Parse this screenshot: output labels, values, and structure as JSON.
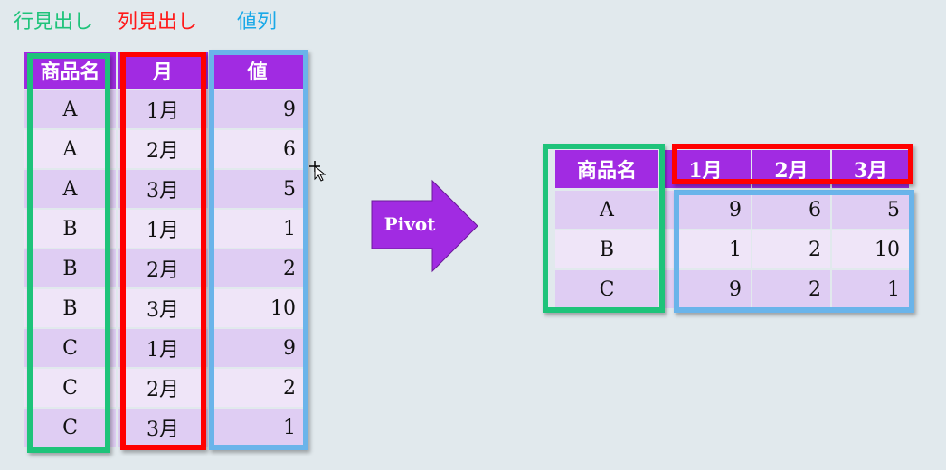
{
  "legend": {
    "row_header": "行見出し",
    "col_header": "列見出し",
    "value_col": "値列"
  },
  "colors": {
    "row": "#1ec37a",
    "col": "#ff0000",
    "value": "#6ab4ea",
    "header": "#a12be2"
  },
  "source": {
    "headers": [
      "商品名",
      "月",
      "値"
    ],
    "rows": [
      [
        "A",
        "1月",
        "9"
      ],
      [
        "A",
        "2月",
        "6"
      ],
      [
        "A",
        "3月",
        "5"
      ],
      [
        "B",
        "1月",
        "1"
      ],
      [
        "B",
        "2月",
        "2"
      ],
      [
        "B",
        "3月",
        "10"
      ],
      [
        "C",
        "1月",
        "9"
      ],
      [
        "C",
        "2月",
        "2"
      ],
      [
        "C",
        "3月",
        "1"
      ]
    ]
  },
  "arrow": {
    "label": "Pivot"
  },
  "pivot": {
    "headers": [
      "商品名",
      "1月",
      "2月",
      "3月"
    ],
    "rows": [
      [
        "A",
        "9",
        "6",
        "5"
      ],
      [
        "B",
        "1",
        "2",
        "10"
      ],
      [
        "C",
        "9",
        "2",
        "1"
      ]
    ]
  }
}
